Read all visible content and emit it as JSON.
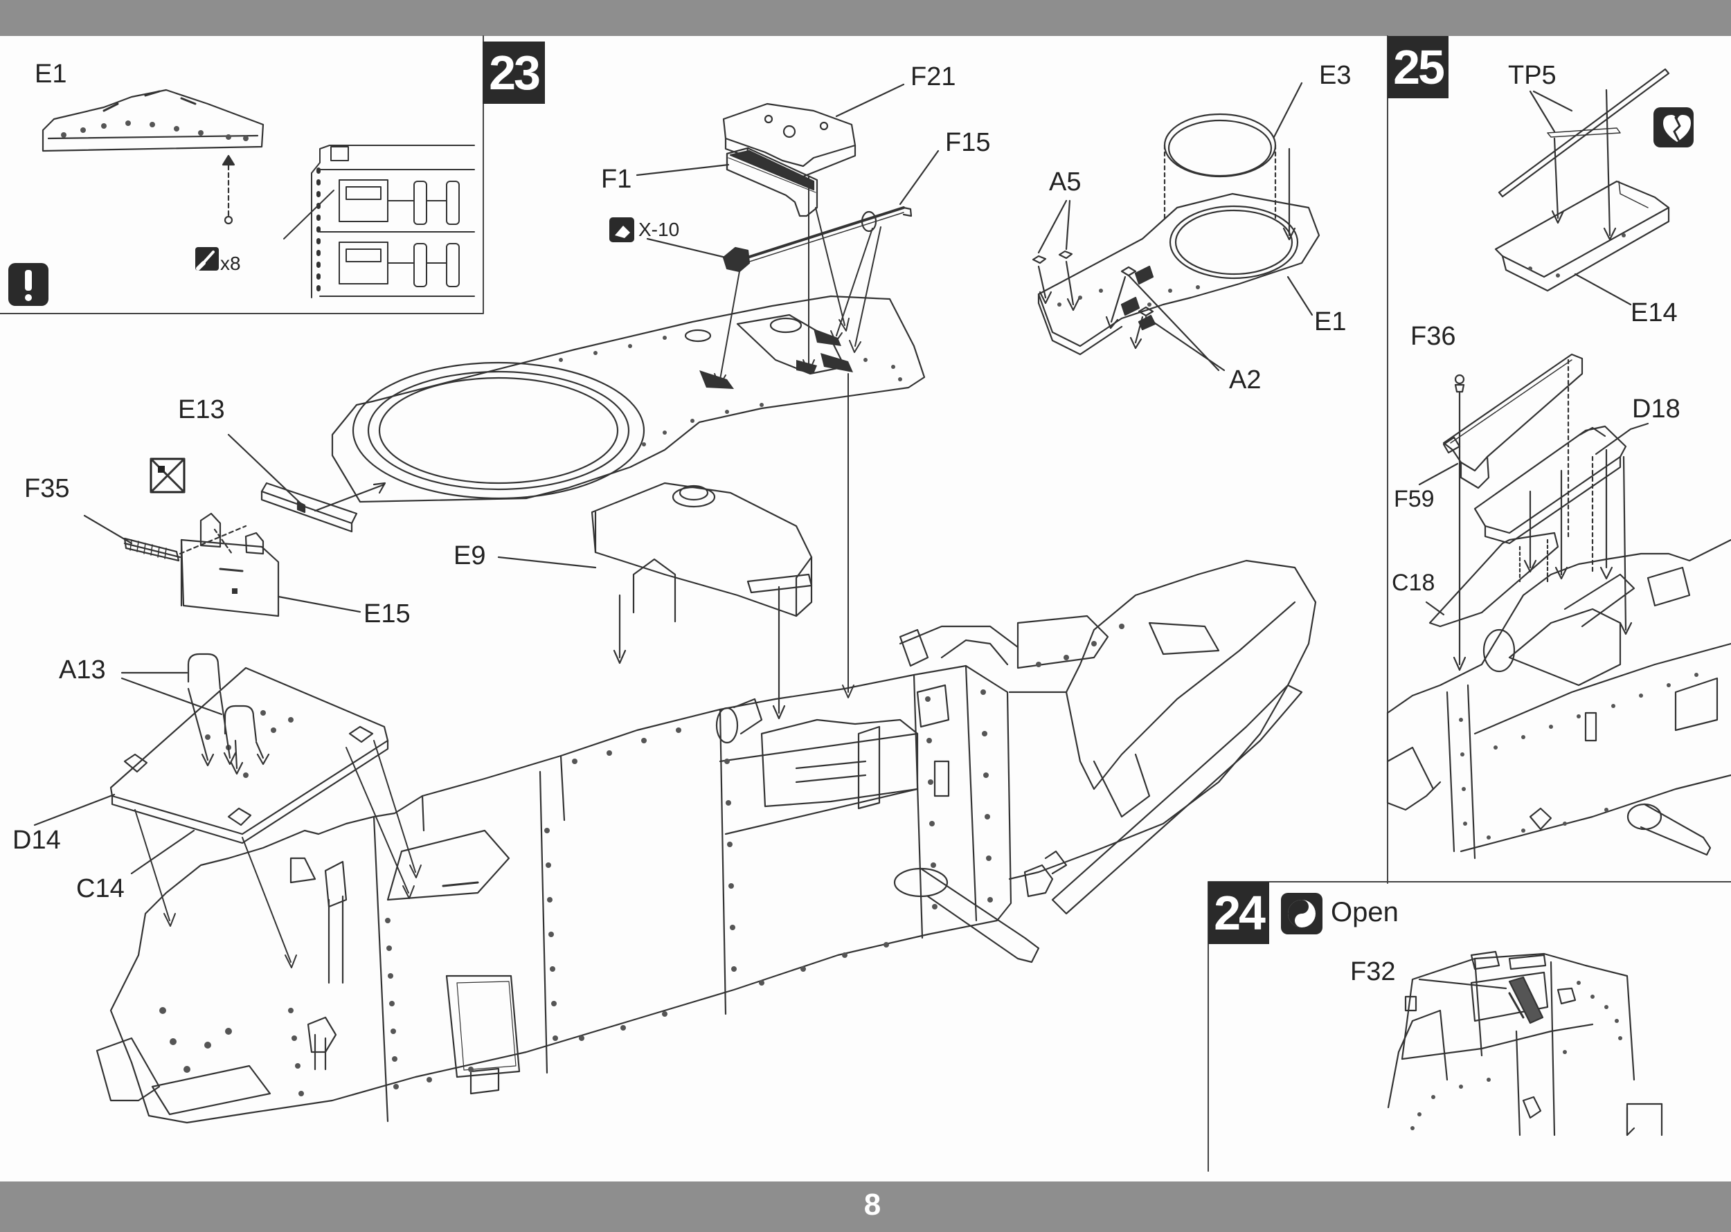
{
  "page_number": "8",
  "steps": {
    "s23": "23",
    "s24": "24",
    "s25": "25"
  },
  "notes": {
    "x10": "X-10",
    "x8": "x8",
    "open": "Open"
  },
  "parts": {
    "E1_top": "E1",
    "F21": "F21",
    "F15": "F15",
    "F1": "F1",
    "E3": "E3",
    "A5": "A5",
    "E1_mid": "E1",
    "A2": "A2",
    "E13": "E13",
    "F35": "F35",
    "E9": "E9",
    "E15": "E15",
    "A13": "A13",
    "D14": "D14",
    "C14": "C14",
    "TP5": "TP5",
    "E14": "E14",
    "F36": "F36",
    "D18": "D18",
    "F59": "F59",
    "C18": "C18",
    "F32": "F32"
  },
  "colors": {
    "ink": "#333333",
    "band": "#8e8e8e",
    "step_box": "#2a2a2a"
  },
  "icons": [
    "warning-icon",
    "cement-icon",
    "paint-icon",
    "remove-icon",
    "break-icon",
    "choice-icon"
  ]
}
